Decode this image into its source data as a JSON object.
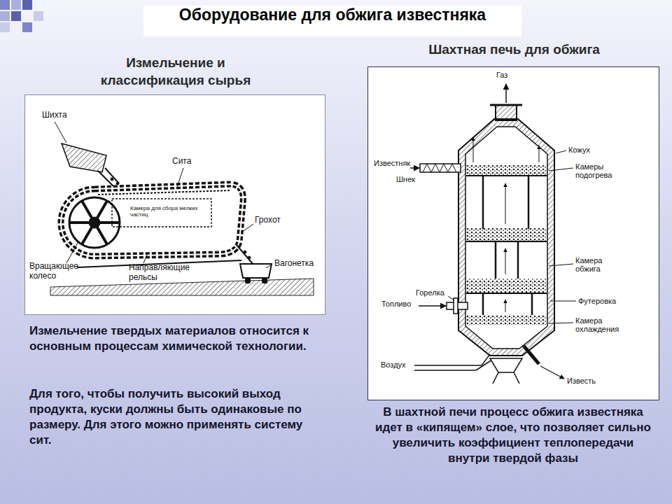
{
  "diagram": {
    "title": "Оборудование для обжига известняка",
    "nodes": [
      {
        "text": [
          "Измельчение и классификация сырья"
        ]
      },
      {
        "text": [
          "Шахтная печь для обжига"
        ]
      }
    ],
    "caption": "В шахтной печи процесс обжига известняка идет в «кипящем» слое, что позволяет сильно увеличить коэффициент теплопередачи внутри твердой фазы",
    "labels": [
      "Шихта",
      "Сита",
      "Камера для сбора мелких частиц",
      "Грохот",
      "Вращающее колесо",
      "Направляющие рельсы",
      "Вагонетка",
      "Измельчение твердых материалов относится к основным процессам химической технологии.",
      "Для того, чтобы получить высокий выход продукта, куски должны быть одинаковые по размеру. Для этого можно применять систему сит.",
      "Газ",
      "Кожух",
      "Известняк",
      "Камеры подогрева",
      "Шнек",
      "Камера обжига",
      "Горелка",
      "Топливо",
      "Футеровка",
      "Камера охлаждения",
      "Воздух",
      "Известь"
    ]
  }
}
